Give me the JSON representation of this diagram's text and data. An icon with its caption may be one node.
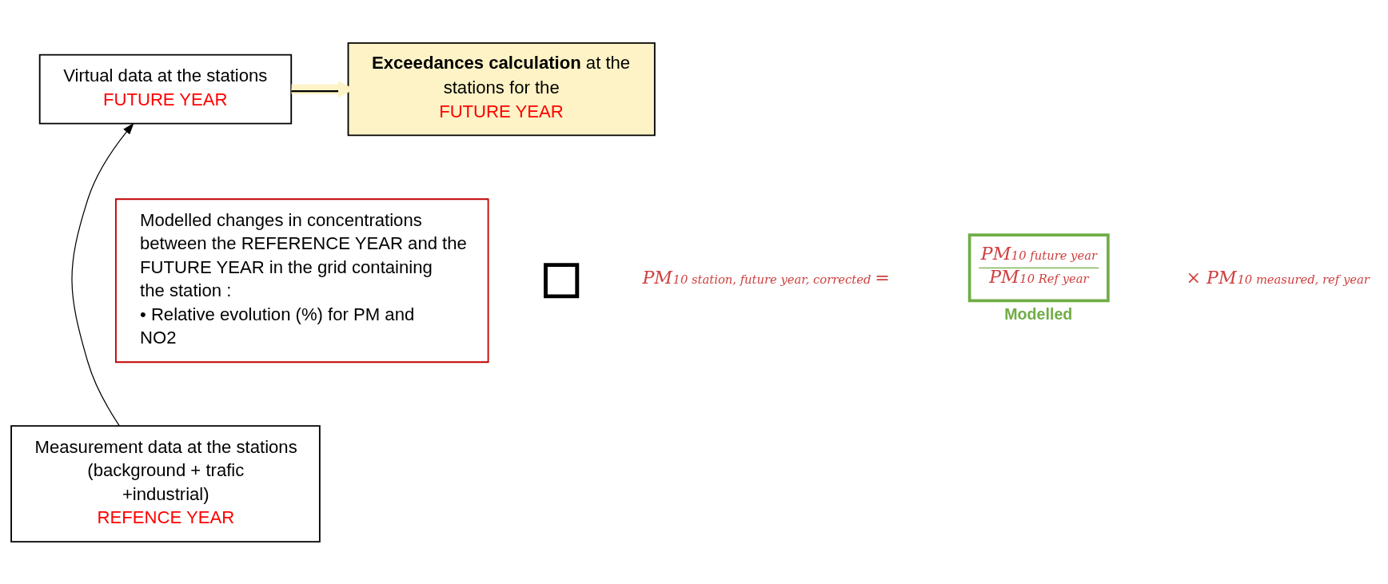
{
  "diagram": {
    "nodes": [
      {
        "text": [
          "Virtual data at the stations",
          "FUTURE YEAR"
        ]
      },
      {
        "text": [
          "**Exceedances calculation** at the stations for the",
          "FUTURE YEAR"
        ]
      },
      {
        "text": [
          "Modelled changes in concentrations between the REFERENCE YEAR and the FUTURE YEAR in the grid containing the station :",
          "• Relative evolution (%) for PM and NO2"
        ]
      },
      {
        "text": [],
        "shape": "box"
      },
      {
        "text": [
          "PM$_{10 future year}$",
          "PM$_{10 Ref year}$"
        ],
        "beside": [
          "Modelled"
        ]
      },
      {
        "text": [
          "Measurement data at the stations (background + trafic +industrial)",
          "REFENCE YEAR"
        ]
      }
    ],
    "edges": [
      {
        "from": 5,
        "to": 0,
        "arrow": "to"
      },
      {
        "from": 0,
        "to": 1,
        "arrow": "to",
        "style": "thick",
        "color": "#fdf3c6"
      }
    ],
    "labels": [
      "PM$_{10 station, future year, corrected}$ =",
      "× PM$_{10 measured, ref year}$"
    ]
  }
}
